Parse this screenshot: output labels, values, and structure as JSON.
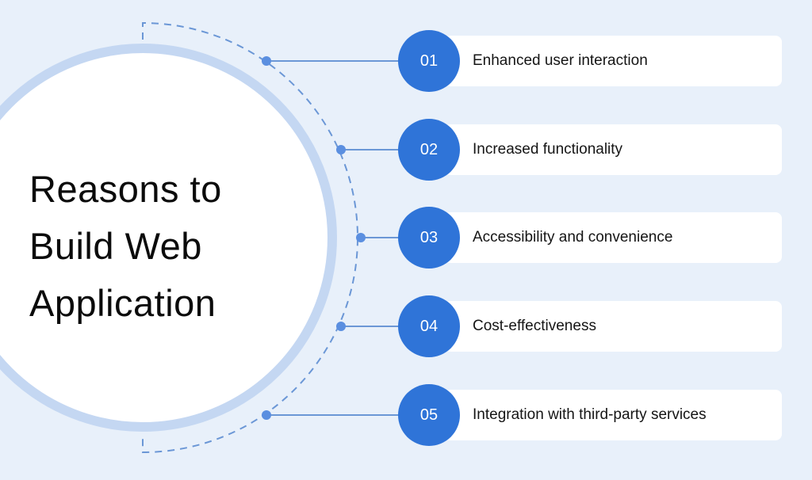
{
  "title": {
    "lines": [
      "Reasons to",
      "Build Web",
      "Application"
    ]
  },
  "colors": {
    "background": "#e8f0fa",
    "accent": "#2f74d8",
    "ring": "#c4d7f2",
    "connector": "#5b8fe0"
  },
  "items": [
    {
      "number": "01",
      "label": "Enhanced user interaction"
    },
    {
      "number": "02",
      "label": "Increased functionality"
    },
    {
      "number": "03",
      "label": "Accessibility and convenience"
    },
    {
      "number": "04",
      "label": "Cost-effectiveness"
    },
    {
      "number": "05",
      "label": "Integration with third-party services"
    }
  ]
}
